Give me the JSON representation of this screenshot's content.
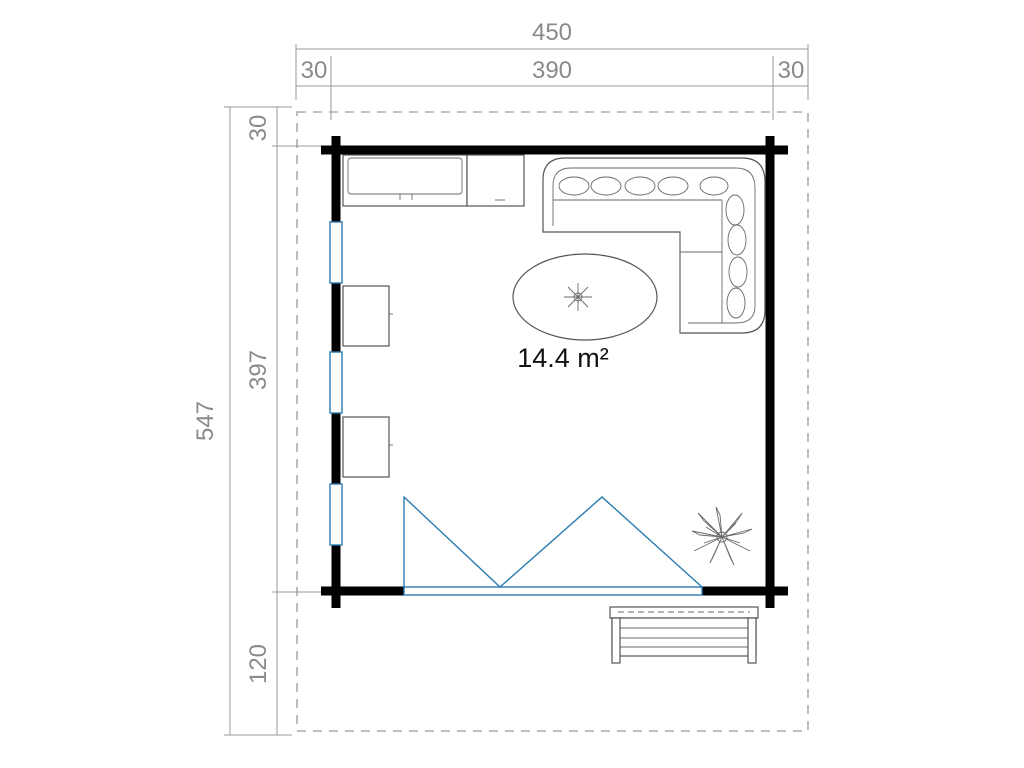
{
  "dimensions": {
    "total_width": "450",
    "overhang_left": "30",
    "inner_width": "390",
    "overhang_right": "30",
    "total_depth": "547",
    "overhang_top": "30",
    "inner_depth": "397",
    "terrace_depth": "120"
  },
  "room": {
    "area": "14.4 m²"
  },
  "colors": {
    "wall": "#000000",
    "dimension": "#8a8a8a",
    "window_door": "#2a7bb0",
    "furniture": "#555555"
  },
  "icons": [
    "plant-icon",
    "plant-icon",
    "sofa-icon",
    "bench-icon",
    "table-icon"
  ]
}
